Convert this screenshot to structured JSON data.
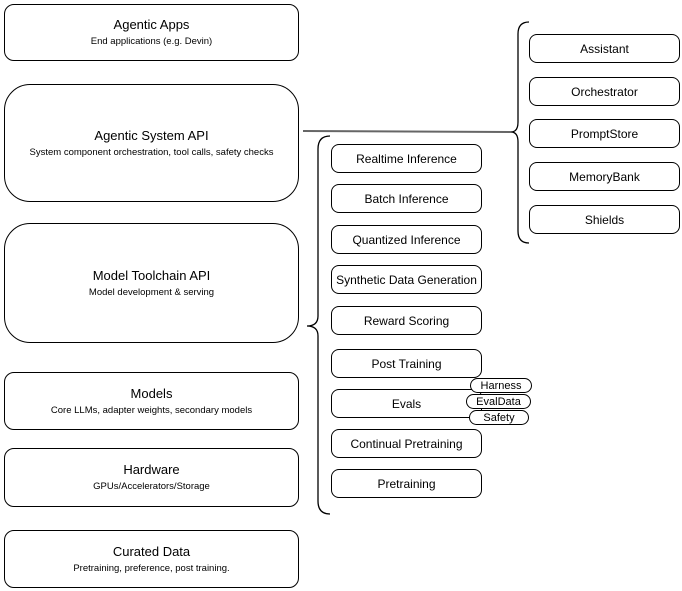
{
  "diagram": {
    "left_stack": [
      {
        "title": "Agentic Apps",
        "subtitle": "End applications (e.g. Devin)"
      },
      {
        "title": "Agentic System API",
        "subtitle": "System component orchestration, tool calls, safety checks"
      },
      {
        "title": "Model Toolchain API",
        "subtitle": "Model development & serving"
      },
      {
        "title": "Models",
        "subtitle": "Core LLMs, adapter weights, secondary models"
      },
      {
        "title": "Hardware",
        "subtitle": "GPUs/Accelerators/Storage"
      },
      {
        "title": "Curated Data",
        "subtitle": "Pretraining, preference, post training."
      }
    ],
    "toolchain_items": [
      "Realtime Inference",
      "Batch Inference",
      "Quantized Inference",
      "Synthetic Data Generation",
      "Reward Scoring",
      "Post Training",
      "Evals",
      "Continual Pretraining",
      "Pretraining"
    ],
    "eval_tags": [
      "Harness",
      "EvalData",
      "Safety"
    ],
    "system_components": [
      "Assistant",
      "Orchestrator",
      "PromptStore",
      "MemoryBank",
      "Shields"
    ],
    "colors": {
      "stroke": "#000000",
      "connector": "#666666",
      "fill": "#ffffff",
      "background": "#ffffff"
    }
  }
}
